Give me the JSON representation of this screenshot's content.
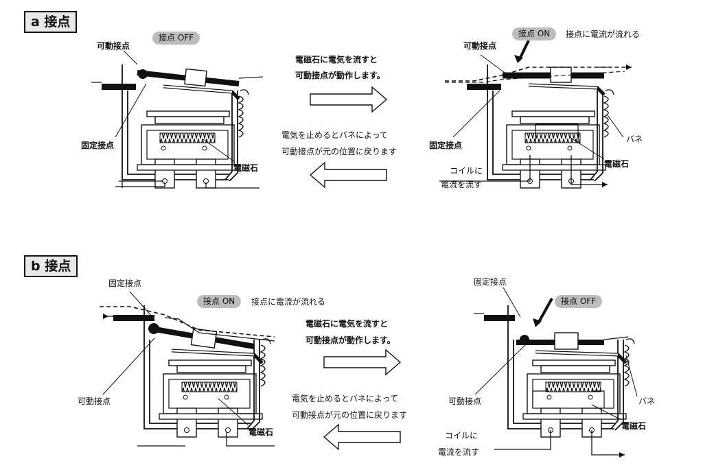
{
  "section_a": {
    "title": "a 接点",
    "left": {
      "status": "接点 OFF",
      "movable_contact": "可動接点",
      "fixed_contact": "固定接点",
      "electromagnet": "電磁石"
    },
    "right": {
      "status": "接点 ON",
      "status_note": "接点に電流が流れる",
      "movable_contact": "可動接点",
      "fixed_contact": "固定接点",
      "spring": "バネ",
      "electromagnet": "電磁石",
      "coil_line1": "コイルに",
      "coil_line2": "電流を流す"
    },
    "forward_line1": "電磁石に電気を流すと",
    "forward_line2": "可動接点が動作します。",
    "back_line1": "電気を止めるとバネによって",
    "back_line2": "可動接点が元の位置に戻ります"
  },
  "section_b": {
    "title": "b 接点",
    "left": {
      "status": "接点 ON",
      "status_note": "接点に電流が流れる",
      "fixed_contact": "固定接点",
      "movable_contact": "可動接点",
      "electromagnet": "電磁石"
    },
    "right": {
      "status": "接点 OFF",
      "fixed_contact": "固定接点",
      "movable_contact": "可動接点",
      "spring": "バネ",
      "electromagnet": "電磁石",
      "coil_line1": "コイルに",
      "coil_line2": "電流を流す"
    },
    "forward_line1": "電磁石に電気を流すと",
    "forward_line2": "可動接点が動作します。",
    "back_line1": "電気を止めるとバネによって",
    "back_line2": "可動接点が元の位置に戻ります"
  }
}
